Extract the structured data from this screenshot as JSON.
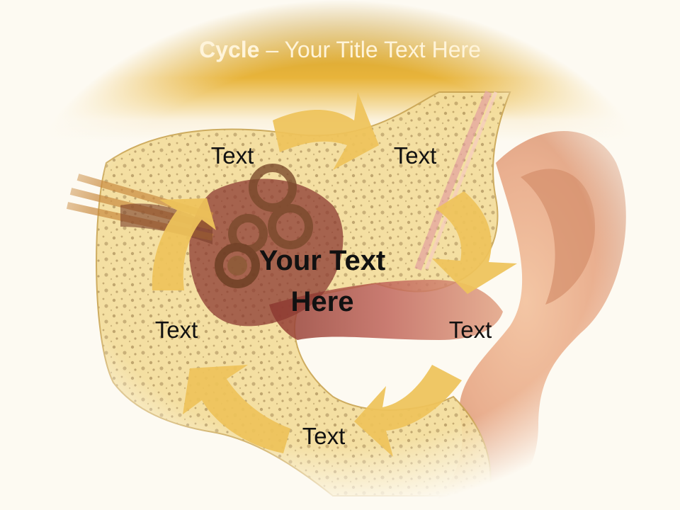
{
  "title": {
    "bold": "Cycle",
    "rest": " – Your Title Text Here"
  },
  "center_text_line1": "Your Text",
  "center_text_line2": "Here",
  "cycle_labels": [
    "Text",
    "Text",
    "Text",
    "Text",
    "Text"
  ],
  "colors": {
    "header_gold": "#e8b43b",
    "arrow_gold": "#eec35a",
    "bone": "#f3dc96",
    "ear_skin": "#e6a27e",
    "canal_red": "#9c3f33",
    "background": "#fdfaf2"
  },
  "background_image": "inner-ear-anatomy-illustration"
}
